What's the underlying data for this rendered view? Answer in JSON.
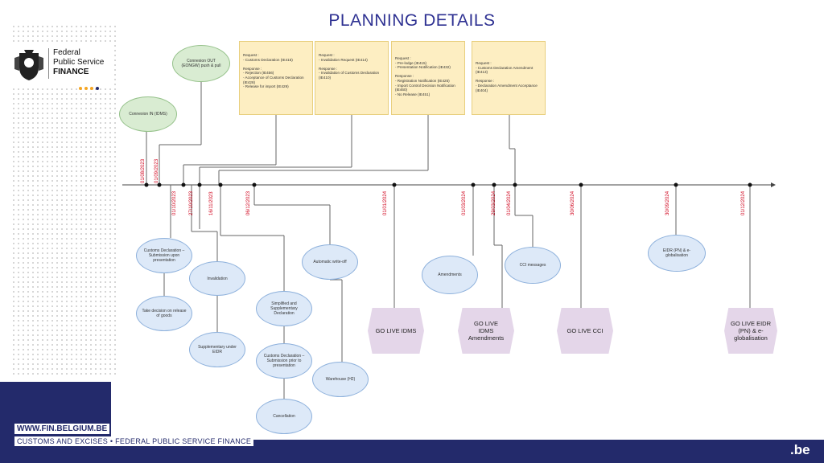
{
  "title": "PLANNING DETAILS",
  "logo": {
    "line1": "Federal",
    "line2": "Public Service",
    "line3": "FINANCE"
  },
  "footer": {
    "url": "WWW.FIN.BELGIUM.BE",
    "tagline": "CUSTOMS AND EXCISES • FEDERAL PUBLIC SERVICE FINANCE",
    "be": ".be"
  },
  "colors": {
    "title": "#2e3192",
    "footer": "#232a6b",
    "date": "#d0021b",
    "request_box": "#fdeec2",
    "green_node": "#d9ecd2",
    "blue_node": "#dde9f8",
    "golive": "#e4d6e9"
  },
  "requests": [
    {
      "text": "Request :\n- Customs Declaration (IE415)\n\nResponse :\n- Rejection (IE456)\n- Acceptance of Customs Declaration (IE428)\n- Release for import (IE429)"
    },
    {
      "text": "Request :\n- Invalidation Request (IE414)\n\nResponse :\n- Invalidation of Customs Declaration (IE410)"
    },
    {
      "text": "Request :\n- Pre-lodge (IE415)\n- Presentation Notification (IE432)\n\nResponse :\n- Registration Notification (IE425)\n- Import Control Decision Notification (IE460)\n- No Release (IE451)"
    },
    {
      "text": "Request :\n- Customs Declaration Amendment (IE413)\n\nResponse :\n- Declaration Amendment Acceptance (IE404)"
    }
  ],
  "green_nodes": [
    {
      "label": "Connexion OUT (EONGW) push & pull"
    },
    {
      "label": "Connexion IN (IDMS)"
    }
  ],
  "dates": [
    "01/08/2023",
    "01/09/2023",
    "01/10/2023",
    "27/10/2023",
    "16/11/2023",
    "06/12/2023",
    "01/01/2024",
    "01/03/2024",
    "29/03/2024",
    "01/04/2024",
    "30/06/2024",
    "30/09/2024",
    "01/12/2024"
  ],
  "blue_nodes": [
    {
      "label": "Customs Declaration – Submission upon presentation"
    },
    {
      "label": "Take decision on release of goods"
    },
    {
      "label": "Invalidation"
    },
    {
      "label": "Supplementary under EIDR"
    },
    {
      "label": "Simplified and Supplementary Declaration"
    },
    {
      "label": "Customs Declaration – Submission prior to presentation"
    },
    {
      "label": "Cancellation"
    },
    {
      "label": "Automatic write-off"
    },
    {
      "label": "Warehouse (H2)"
    },
    {
      "label": "Amendments"
    },
    {
      "label": "CCI messages"
    },
    {
      "label": "EIDR (PN) & e-globalisation"
    }
  ],
  "golive": [
    {
      "label": "GO LIVE IDMS"
    },
    {
      "label": "GO LIVE IDMS Amendments"
    },
    {
      "label": "GO LIVE CCI"
    },
    {
      "label": "GO LIVE EIDR (PN) & e-globalisation"
    }
  ]
}
